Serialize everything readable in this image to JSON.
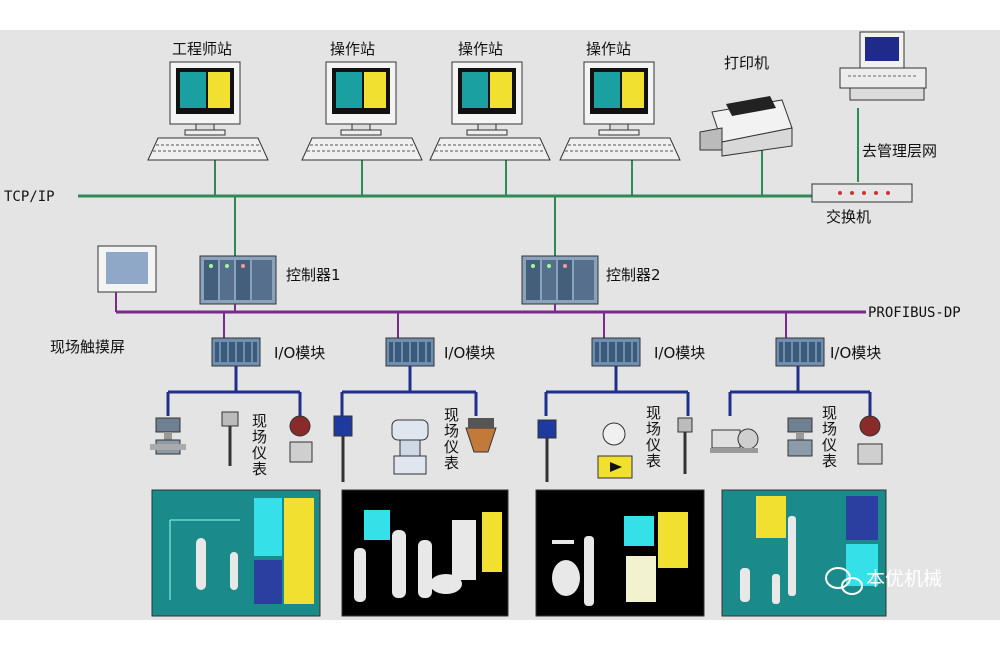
{
  "labels": {
    "eng_station": "工程师站",
    "op_station_1": "操作站",
    "op_station_2": "操作站",
    "op_station_3": "操作站",
    "printer": "打印机",
    "mgmt_network": "去管理层网",
    "tcp_ip": "TCP/IP",
    "switch": "交换机",
    "controller_1": "控制器1",
    "controller_2": "控制器2",
    "profibus": "PROFIBUS-DP",
    "touch_screen": "现场触摸屏",
    "io_module_1": "I/O模块",
    "io_module_2": "I/O模块",
    "io_module_3": "I/O模块",
    "io_module_4": "I/O模块",
    "field_instrument": [
      "现",
      "场",
      "仪",
      "表"
    ],
    "watermark": "本优机械"
  },
  "colors": {
    "background": "#e4e4e4",
    "tcp_line": "#2e8b57",
    "profibus_line": "#7a2a8a",
    "io_line": "#1e2f8c",
    "hmi_teal": "#1a8a8a",
    "hmi_black": "#000000",
    "hmi_cyan": "#35e0e8",
    "hmi_yellow": "#f2e030"
  },
  "icons": {
    "computer": "workstation-icon",
    "printer": "printer-icon",
    "server": "server-icon",
    "switch": "network-switch-icon",
    "controller": "plc-controller-icon",
    "io": "io-module-icon",
    "valve": "control-valve-icon",
    "sensor": "temperature-sensor-icon",
    "flowmeter": "flowmeter-icon",
    "pump": "pump-icon",
    "wechat": "wechat-icon"
  }
}
